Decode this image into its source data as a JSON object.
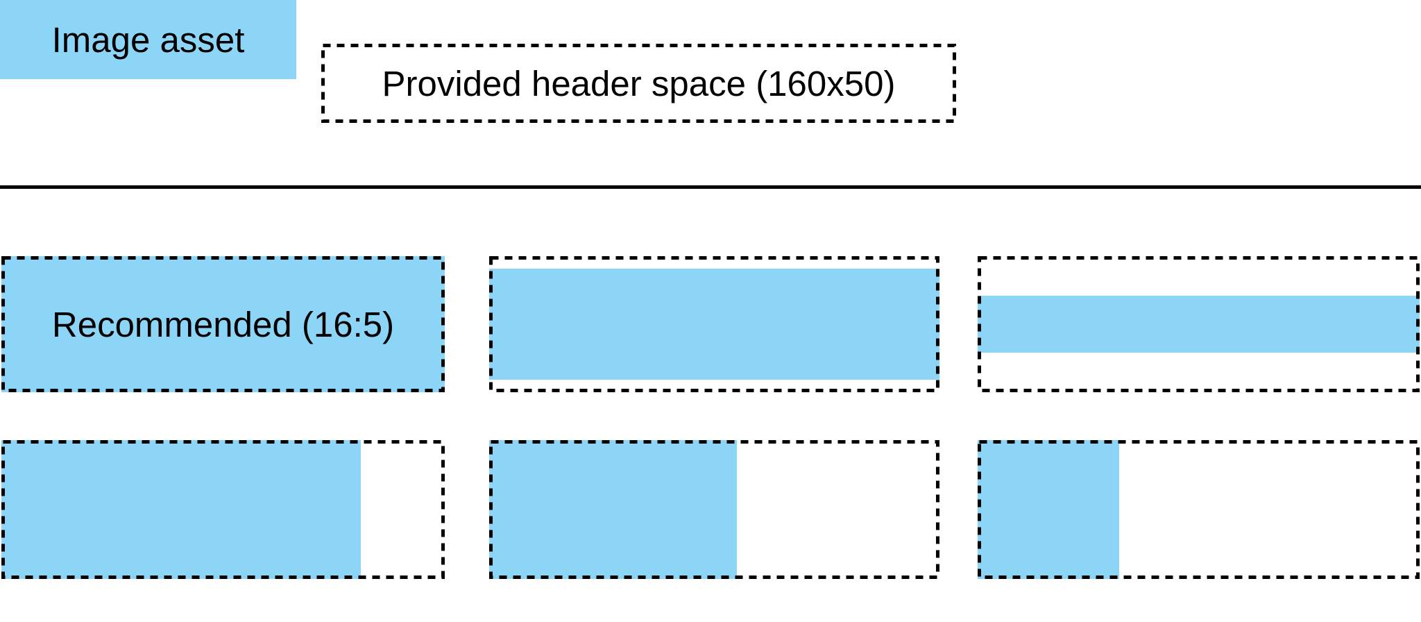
{
  "legend": {
    "image_asset": {
      "label": "Image asset"
    },
    "header_space": {
      "label": "Provided header space (160x50)",
      "dimensions": "160x50"
    }
  },
  "colors": {
    "asset_blue": "#8CD5F7",
    "line": "#000000",
    "text": "#000000",
    "page_bg": "#FFFFFF"
  },
  "examples": {
    "items": [
      {
        "name": "recommended-16-5",
        "label": "Recommended (16:5)",
        "fill_width_pct": 100,
        "fill_height_pct": 100,
        "align": "fill"
      },
      {
        "name": "full-width-partial-height",
        "label": "",
        "fill_width_pct": 100,
        "fill_height_pct": 82,
        "align": "center-vertical"
      },
      {
        "name": "full-width-thin-strip",
        "label": "",
        "fill_width_pct": 100,
        "fill_height_pct": 42,
        "align": "center-vertical"
      },
      {
        "name": "full-height-wide",
        "label": "",
        "fill_width_pct": 81,
        "fill_height_pct": 100,
        "align": "left"
      },
      {
        "name": "full-height-medium",
        "label": "",
        "fill_width_pct": 55,
        "fill_height_pct": 100,
        "align": "left"
      },
      {
        "name": "full-height-narrow",
        "label": "",
        "fill_width_pct": 32,
        "fill_height_pct": 100,
        "align": "left"
      }
    ]
  }
}
